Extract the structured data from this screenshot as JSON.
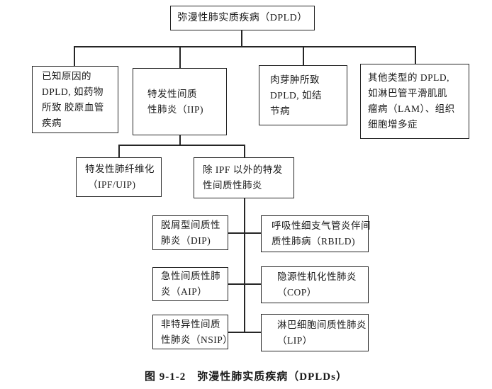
{
  "figure": {
    "caption": "图 9-1-2　弥漫性肺实质疾病（DPLDs）"
  },
  "colors": {
    "line": "#262626",
    "text": "#1a1a1a",
    "background": "#ffffff"
  },
  "nodes": {
    "root": {
      "label": "弥漫性肺实质疾病（DPLD）",
      "lines": [
        "弥漫性肺实质疾病（DPLD）"
      ]
    },
    "known_cause": {
      "label": "已知原因的DPLD, 如药物所致 胶原血管疾病",
      "lines": [
        "已知原因的",
        "DPLD, 如药物",
        "所致 胶原血管",
        "疾病"
      ]
    },
    "iip": {
      "label": "特发性间质性肺炎（IIP)",
      "lines": [
        "特发性间质",
        "性肺炎（IIP)"
      ]
    },
    "granulomatous": {
      "label": "肉芽肿所致DPLD, 如结节病",
      "lines": [
        "肉芽肿所致",
        "DPLD, 如结",
        "节病"
      ]
    },
    "other": {
      "label": "其他类型的 DPLD, 如淋巴管平滑肌肌瘤病（LAM）、组织细胞增多症",
      "lines": [
        "其他类型的 DPLD,",
        "如淋巴管平滑肌肌",
        "瘤病（LAM）、组织",
        "细胞增多症"
      ]
    },
    "ipf": {
      "label": "特发性肺纤维化（IPF/UIP)",
      "lines": [
        "特发性肺纤维化",
        "（IPF/UIP)"
      ]
    },
    "non_ipf": {
      "label": "除 IPF 以外的特发性间质性肺炎",
      "lines": [
        "除 IPF 以外的特发",
        "性间质性肺炎"
      ]
    },
    "dip": {
      "label": "脱屑型间质性肺炎（DIP)",
      "lines": [
        "脱屑型间质性",
        "肺炎（DIP)"
      ]
    },
    "rbild": {
      "label": "呼吸性细支气管炎伴间质性肺病（RBILD)",
      "lines": [
        "呼吸性细支气管炎伴间",
        "质性肺病（RBILD)"
      ]
    },
    "aip": {
      "label": "急性间质性肺炎（AIP）",
      "lines": [
        "急性间质性肺",
        "炎（AIP）"
      ]
    },
    "cop": {
      "label": "隐源性机化性肺炎（COP）",
      "lines": [
        "隐源性机化性肺炎",
        "（COP）"
      ]
    },
    "nsip": {
      "label": "非特异性间质性肺炎（NSIP）",
      "lines": [
        "非特异性间质",
        "性肺炎（NSIP）"
      ]
    },
    "lip": {
      "label": "淋巴细胞间质性肺炎（LIP）",
      "lines": [
        "淋巴细胞间质性肺炎",
        "（LIP）"
      ]
    }
  }
}
